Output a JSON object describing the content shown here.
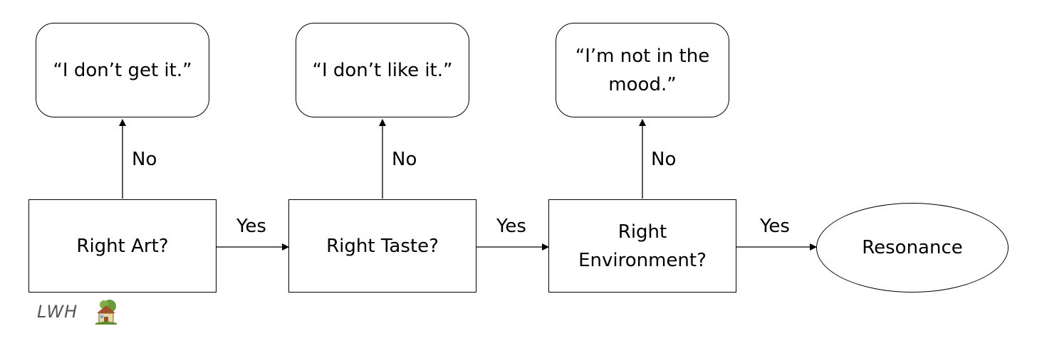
{
  "nodes": {
    "right_art": "Right Art?",
    "right_taste": "Right Taste?",
    "right_environment_line1": "Right",
    "right_environment_line2": "Environment?",
    "resonance": "Resonance",
    "dont_get_it": "“I don’t get it.”",
    "dont_like_it": "“I don’t like it.”",
    "not_in_mood_line1": "“I’m not in the",
    "not_in_mood_line2": "mood.”"
  },
  "edges": {
    "no_1": "No",
    "no_2": "No",
    "no_3": "No",
    "yes_1": "Yes",
    "yes_2": "Yes",
    "yes_3": "Yes"
  },
  "logo": {
    "text": "LWH",
    "icon": "house-tree-icon"
  }
}
